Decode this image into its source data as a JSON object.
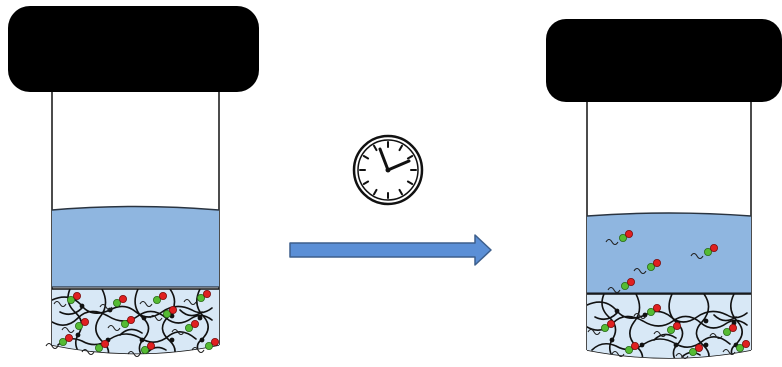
{
  "diagram": {
    "icons": {
      "timer": "clock-icon",
      "transition": "arrow-right-icon"
    },
    "colors": {
      "cap": "#000000",
      "liquid": "#8fb6e0",
      "liquid_edge": "#2a3440",
      "gel": "#d8e8f6",
      "network": "#111111",
      "arrow_fill": "#5b8fd6",
      "arrow_stroke": "#3d5f8c",
      "molecule_head": "#e02020",
      "molecule_body": "#55bb33",
      "molecule_tail": "#222222"
    },
    "panels": [
      {
        "state": "before",
        "molecules_in_gel": 12,
        "molecules_in_liquid": 0
      },
      {
        "state": "after",
        "molecules_in_gel": 7,
        "molecules_in_liquid": 4
      }
    ]
  }
}
